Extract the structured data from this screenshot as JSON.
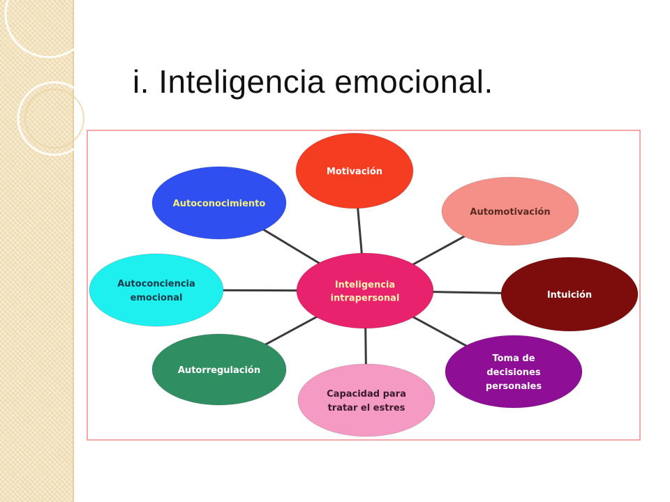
{
  "title": "i. Inteligencia emocional.",
  "diagram": {
    "center": {
      "lines": [
        "Inteligencia",
        "intrapersonal"
      ],
      "fill": "#e8226d",
      "text_color": "#fff6b0"
    },
    "nodes": [
      {
        "lines": [
          "Motivación"
        ],
        "fill": "#f53d22",
        "text_color": "#ffffff"
      },
      {
        "lines": [
          "Automotivación"
        ],
        "fill": "#f59089",
        "text_color": "#5a2a20"
      },
      {
        "lines": [
          "Intuición"
        ],
        "fill": "#7d0d0d",
        "text_color": "#ffffff"
      },
      {
        "lines": [
          "Toma de",
          "decisiones",
          "personales"
        ],
        "fill": "#8e0e95",
        "text_color": "#ffffff"
      },
      {
        "lines": [
          "Capacidad para",
          "tratar el estres"
        ],
        "fill": "#f59ac2",
        "text_color": "#3a1a2a"
      },
      {
        "lines": [
          "Autorregulación"
        ],
        "fill": "#2f8f63",
        "text_color": "#ffffff"
      },
      {
        "lines": [
          "Autoconciencia",
          "emocional"
        ],
        "fill": "#1ef0f0",
        "text_color": "#1a3a4a"
      },
      {
        "lines": [
          "Autoconocimiento"
        ],
        "fill": "#2f4ff0",
        "text_color": "#f5f07a"
      }
    ],
    "connector_color": "#3a3a3a",
    "frame_color": "#f2a6a6"
  }
}
